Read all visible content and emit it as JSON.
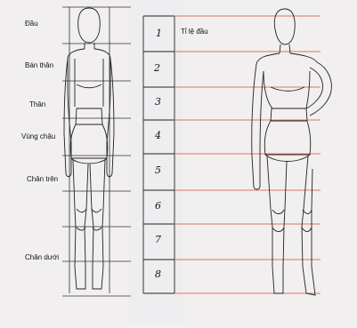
{
  "left_labels": [
    "Đầu",
    "Bán thân",
    "Thân",
    "Vùng chậu",
    "Chân trên",
    "Chân dưới"
  ],
  "scale_header": "Tỉ lệ đầu",
  "scale_numbers": [
    "1",
    "2",
    "3",
    "4",
    "5",
    "6",
    "7",
    "8"
  ],
  "colors": {
    "paper": "#f1eff0",
    "ink": "#222222",
    "guide": "#d4502e"
  }
}
